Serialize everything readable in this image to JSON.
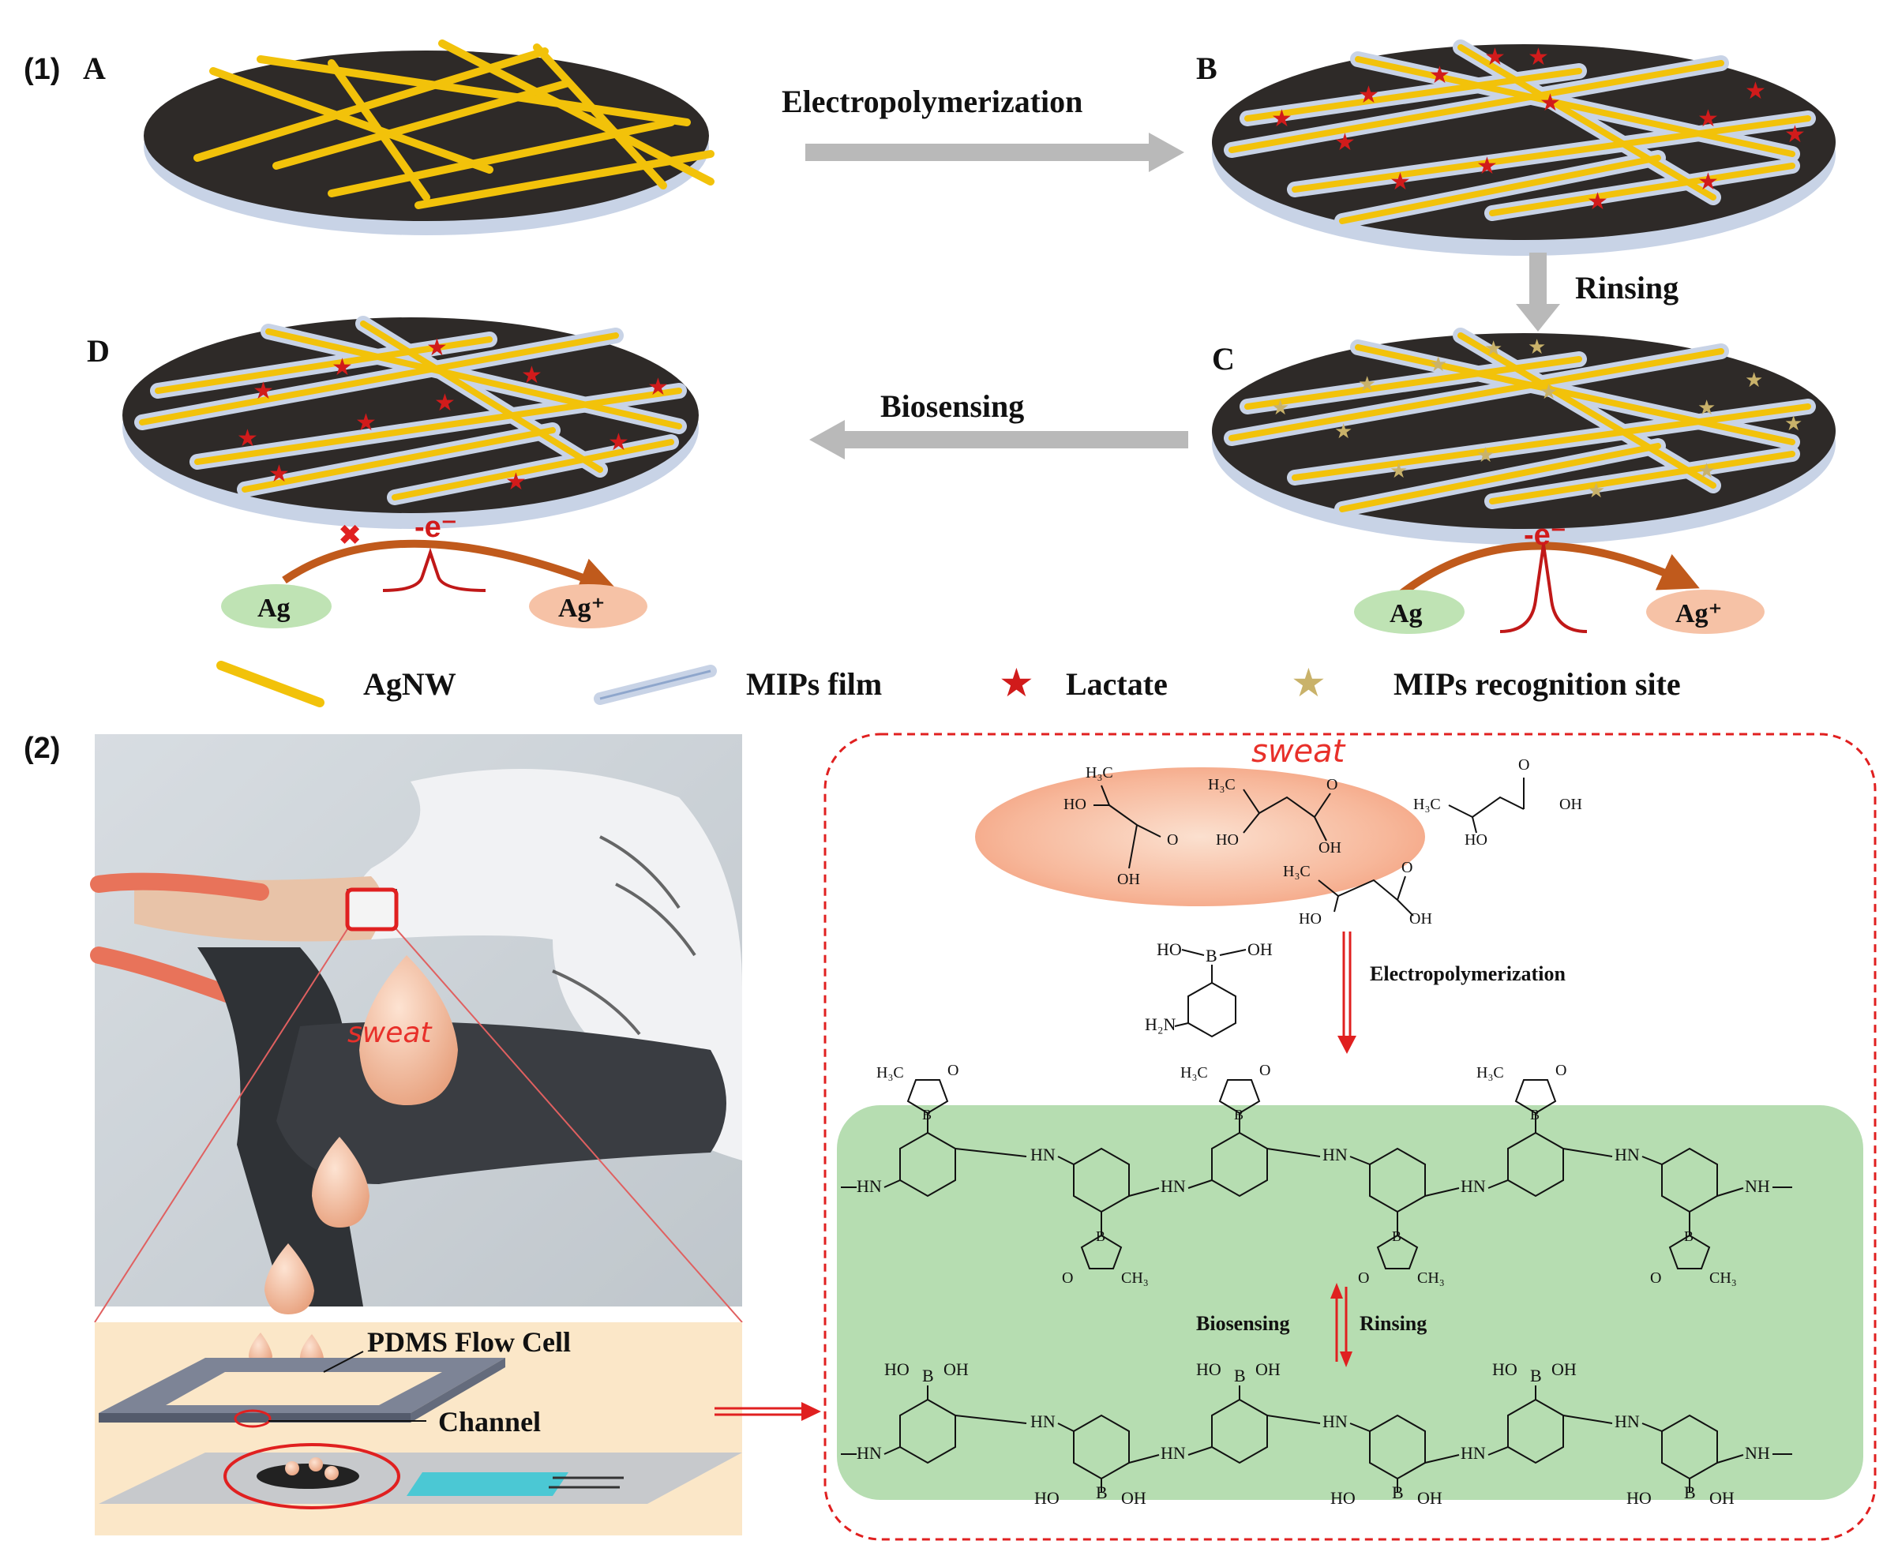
{
  "panel1": {
    "label": "(1)",
    "steps": {
      "a": "A",
      "b": "B",
      "c": "C",
      "d": "D"
    },
    "arrows": {
      "electropolymerization": "Electropolymerization",
      "rinsing": "Rinsing",
      "biosensing": "Biosensing"
    },
    "electron": "-e⁻",
    "ag": "Ag",
    "ag_plus": "Ag⁺"
  },
  "legend": {
    "agnw": "AgNW",
    "mips_film": "MIPs film",
    "lactate": "Lactate",
    "recognition_site": "MIPs recognition site"
  },
  "panel2": {
    "label": "(2)",
    "sweat": "sweat",
    "pdms_flow_cell": "PDMS Flow Cell",
    "channel": "Channel",
    "electropolymerization": "Electropolymerization",
    "biosensing": "Biosensing",
    "rinsing": "Rinsing",
    "chem": {
      "h3c": "H₃C",
      "ch3": "CH₃",
      "ho": "HO",
      "oh": "OH",
      "o": "O",
      "b": "B",
      "hn": "HN",
      "nh": "NH",
      "h2n": "H₂N"
    }
  },
  "colors": {
    "disk_top": "#2e2a28",
    "disk_edge": "#c8d3e6",
    "nanowire": "#f2c20a",
    "lactate": "#d11b1b",
    "recognition_site": "#c9b26a",
    "arrow_gray": "#b9b9b9",
    "curve_arrow": "#c05a1c",
    "ag_fill": "#bfe3b4",
    "ag_plus_fill": "#f6c2a6",
    "sweat_cloud": "#f7b79a",
    "polymer_green": "#b6ddb1",
    "dash_red": "#e02020"
  }
}
